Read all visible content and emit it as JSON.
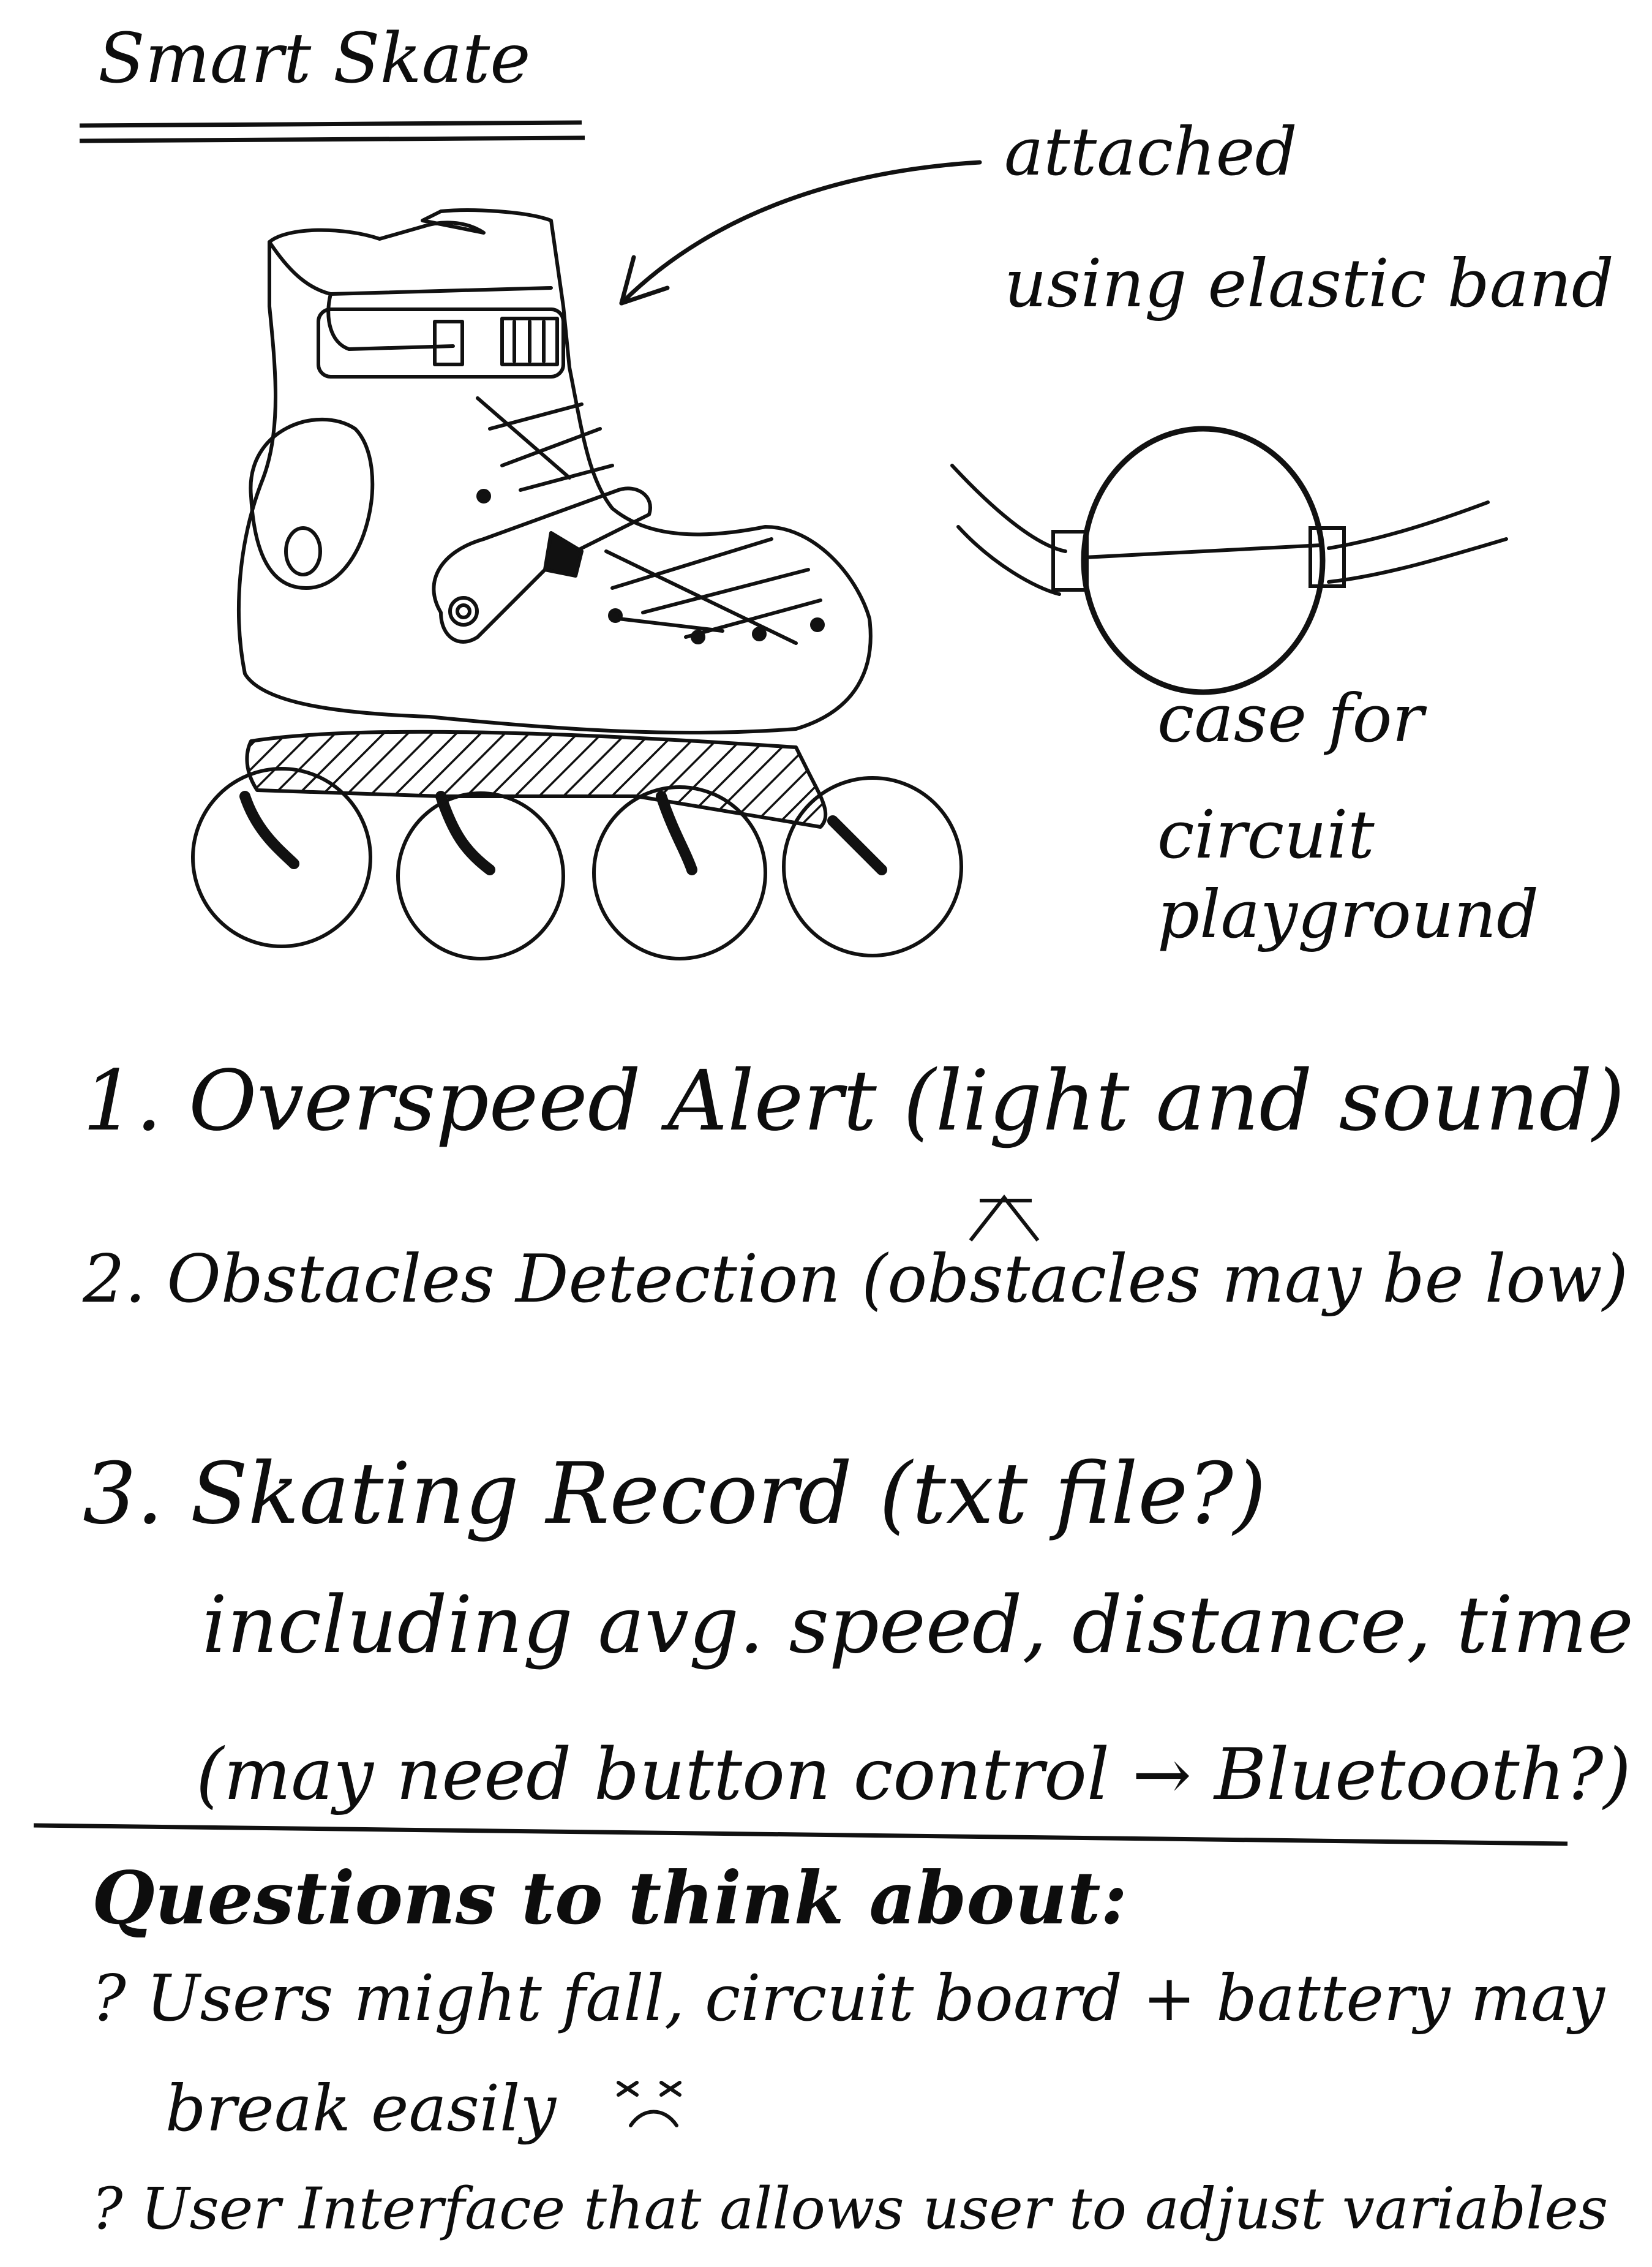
{
  "title": "Smart Skate",
  "annotations": {
    "attached_line1": "attached",
    "attached_line2": "using elastic band",
    "case_line1": "case for",
    "case_line2": "circuit",
    "case_line3": "playground"
  },
  "features": [
    "1. Overspeed Alert (light and sound)",
    "2. Obstacles Detection (obstacles may be low)",
    "3. Skating Record (txt file?)"
  ],
  "feature3_detail": [
    "including avg. speed, distance, time",
    "(may need button control → Bluetooth?)"
  ],
  "questions": {
    "heading": "Questions to think about:",
    "items": [
      "? Users might fall, circuit board + battery may",
      "break easily",
      "? User Interface that allows user to adjust variables"
    ]
  },
  "icons": [
    "inline-skate-sketch",
    "arrow-icon",
    "circuit-case-sketch",
    "sad-face-icon",
    "caret-insert-icon"
  ]
}
